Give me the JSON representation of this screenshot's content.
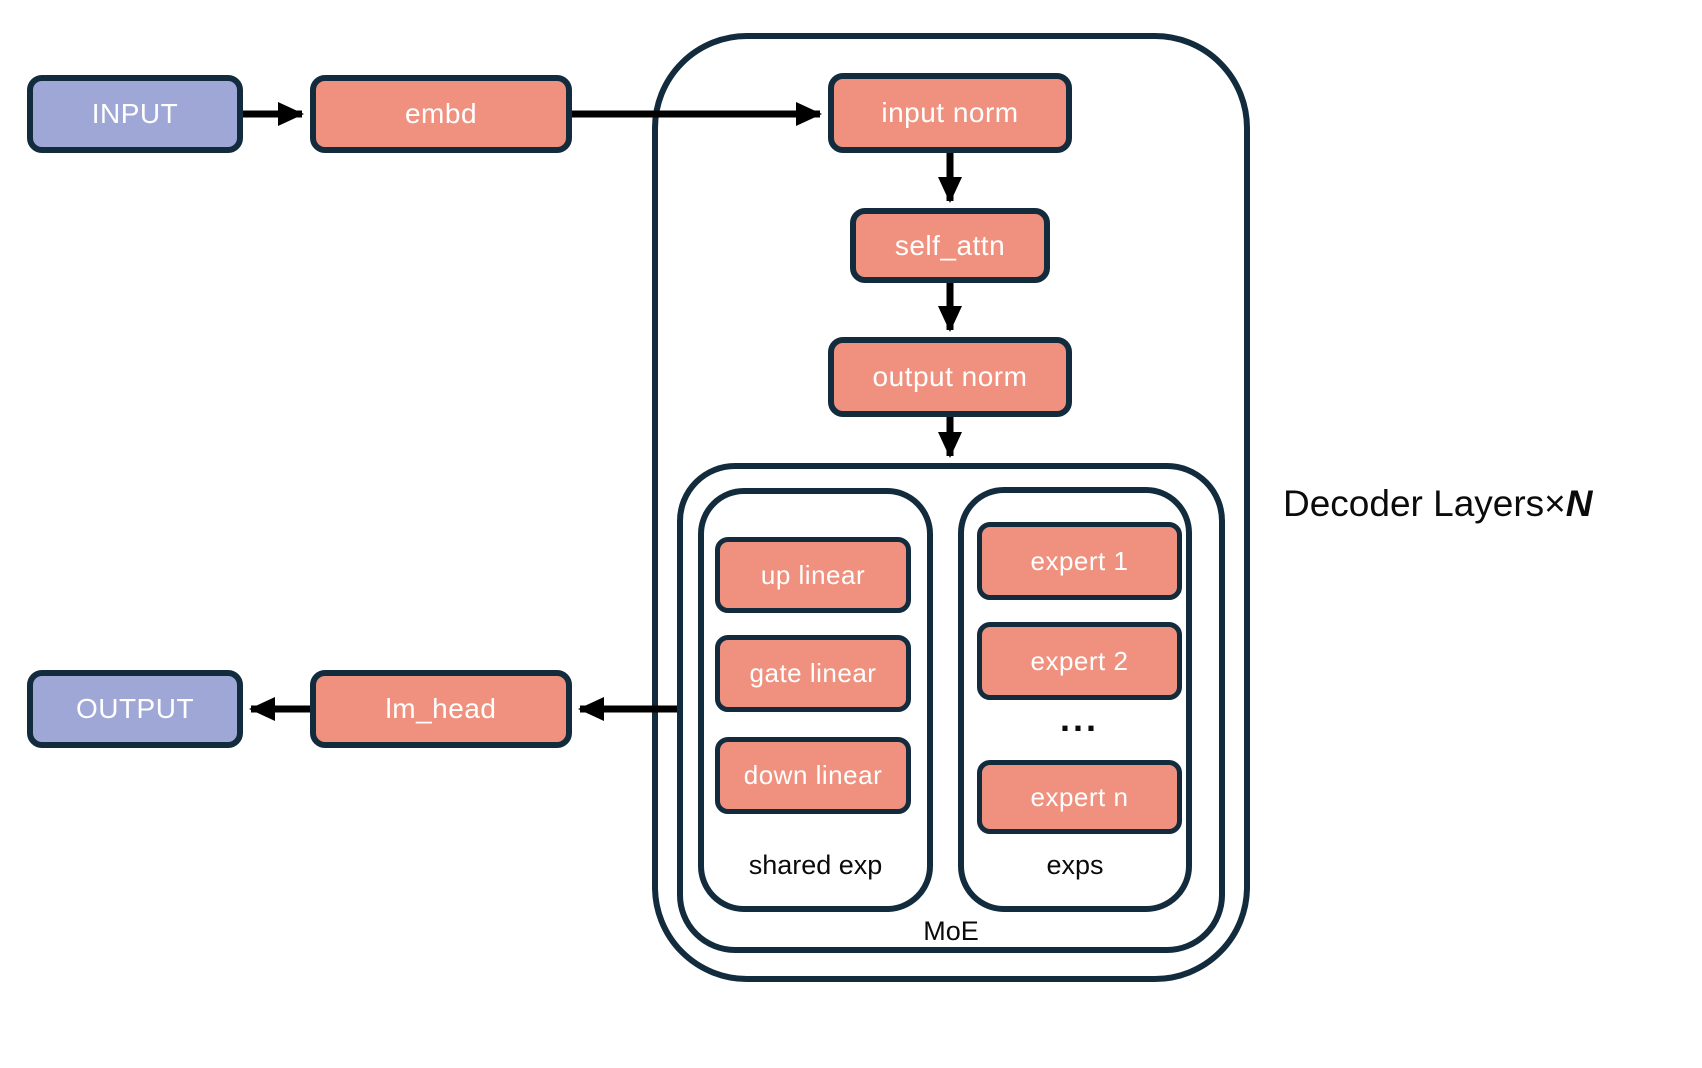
{
  "diagram": {
    "nodes": {
      "input": "INPUT",
      "embd": "embd",
      "input_norm": "input norm",
      "self_attn": "self_attn",
      "output_norm": "output norm",
      "lm_head": "lm_head",
      "output": "OUTPUT"
    },
    "moe": {
      "label": "MoE",
      "shared_exp": {
        "label": "shared exp",
        "items": [
          "up linear",
          "gate linear",
          "down linear"
        ]
      },
      "experts": {
        "label": "exps",
        "items": [
          "expert 1",
          "expert 2",
          "expert n"
        ],
        "ellipsis": "..."
      }
    },
    "decoder_layers": {
      "prefix": "Decoder Layers×",
      "n": "N"
    },
    "colors": {
      "io_fill": "#9fa7d7",
      "module_fill": "#f0917f",
      "outline": "#122b3d",
      "arrow": "#000000",
      "label_text": "#0b0b0b",
      "node_text": "#ffffff",
      "background": "#ffffff"
    }
  }
}
